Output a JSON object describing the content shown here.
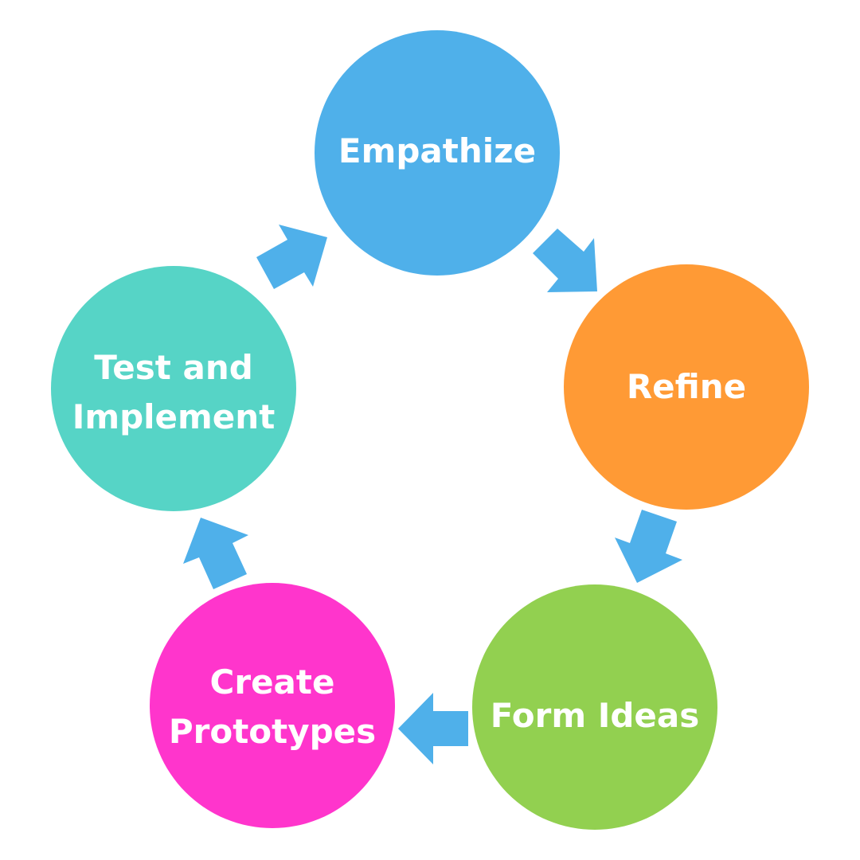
{
  "diagram": {
    "nodes": [
      {
        "id": "empathize",
        "label_lines": [
          "Empathize"
        ],
        "color": "#4FB0EA"
      },
      {
        "id": "refine",
        "label_lines": [
          "Refine"
        ],
        "color": "#FF9A35"
      },
      {
        "id": "form-ideas",
        "label_lines": [
          "Form Ideas"
        ],
        "color": "#92D050"
      },
      {
        "id": "create-prototypes",
        "label_lines": [
          "Create",
          "Prototypes"
        ],
        "color": "#FF35CC"
      },
      {
        "id": "test-implement",
        "label_lines": [
          "Test and",
          "Implement"
        ],
        "color": "#56D4C6"
      }
    ],
    "edges": [
      {
        "from": "empathize",
        "to": "refine"
      },
      {
        "from": "refine",
        "to": "form-ideas"
      },
      {
        "from": "form-ideas",
        "to": "create-prototypes"
      },
      {
        "from": "create-prototypes",
        "to": "test-implement"
      },
      {
        "from": "test-implement",
        "to": "empathize"
      }
    ],
    "arrow_color": "#4FB0EA",
    "label_color": "#FFFFFF"
  }
}
